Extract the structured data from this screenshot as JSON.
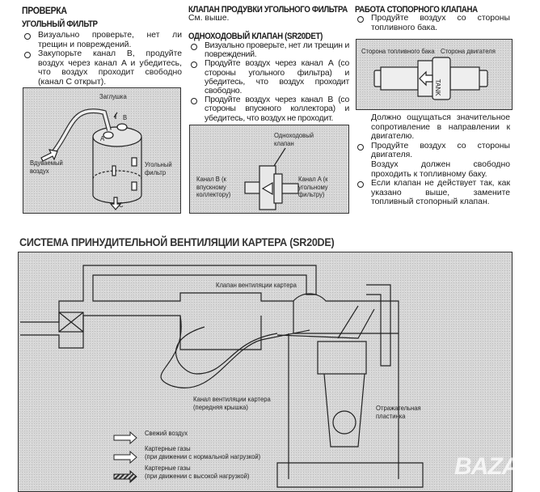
{
  "col1": {
    "title": "ПРОВЕРКА",
    "subtitle": "УГОЛЬНЫЙ ФИЛЬТР",
    "bullets": [
      "Визуально проверьте, нет ли трещин и повреждений.",
      "Закупорьте канал B, продуйте воздух через канал A и убедитесь, что воздух проходит свободно (канал C открыт)."
    ],
    "figure": {
      "plug": "Заглушка",
      "a": "A",
      "b": "B",
      "c": "C",
      "air": "Вдуваемый воздух",
      "filter": "Угольный фильтр"
    }
  },
  "col2": {
    "title": "КЛАПАН ПРОДУВКИ УГОЛЬНОГО ФИЛЬТРА",
    "see_above": "См. выше.",
    "subtitle": "ОДНОХОДОВЫЙ КЛАПАН (SR20DET)",
    "bullets": [
      "Визуально проверьте, нет ли трещин и повреждений.",
      "Продуйте воздух через канал A (со стороны угольного фильтра) и убедитесь, что воздух проходит свободно.",
      "Продуйте воздух через канал B (со стороны впускного коллектора) и убедитесь, что воздух не проходит."
    ],
    "figure": {
      "valve": "Одноходовый клапан",
      "channel_b": "Канал B (к впускному коллектору)",
      "channel_a": "Канал A (к угольному фильтру)"
    }
  },
  "col3": {
    "title": "РАБОТА СТОПОРНОГО КЛАПАНА",
    "bullet1": "Продуйте воздух со стороны топливного бака.",
    "figure": {
      "tank_side": "Сторона топливного бака",
      "engine_side": "Сторона двигателя",
      "tank": "TANK"
    },
    "note1": "Должно ощущаться значительное сопротивление в направлении к двигателю.",
    "bullet2": "Продуйте воздух со стороны двигателя.",
    "note2": "Воздух должен свободно проходить к топливному баку.",
    "bullet3": "Если клапан не действует так, как указано выше, замените топливный стопорный клапан."
  },
  "section": {
    "title": "СИСТЕМА ПРИНУДИТЕЛЬНОЙ ВЕНТИЛЯЦИИ КАРТЕРА (SR20DE)",
    "labels": {
      "pcv_valve": "Клапан вентиляции картера",
      "channel": "Канал вентиляции картера",
      "channel_sub": "(передняя крышка)",
      "baffle": "Отражательная пластинка"
    },
    "legend": [
      {
        "label": "Свежий воздух",
        "sub": ""
      },
      {
        "label": "Картерные газы",
        "sub": "(при движении с нормальной нагрузкой)"
      },
      {
        "label": "Картерные газы",
        "sub": "(при движении с высокой нагрузкой)"
      }
    ]
  },
  "watermark": "bazar"
}
